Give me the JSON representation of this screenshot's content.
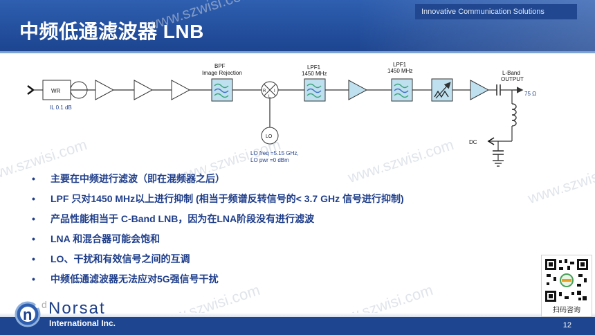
{
  "header": {
    "tagline": "Innovative Communication Solutions",
    "title": "中频低通滤波器 LNB"
  },
  "watermark": {
    "text": "www.szwisi.com"
  },
  "diagram": {
    "wr_label": "WR",
    "il_label": "IL 0.1 dB",
    "bpf_label_1": "BPF",
    "bpf_label_2": "Image Rejection",
    "mixer_r": "R",
    "mixer_i": "I",
    "mixer_l": "L",
    "lo_label": "LO",
    "lo_freq": "LO freq =5.15 GHz,",
    "lo_pwr": "LO pwr =0 dBm",
    "lpf1_a_label_1": "LPF1",
    "lpf1_a_label_2": "1450 MHz",
    "lpf1_b_label_1": "LPF1",
    "lpf1_b_label_2": "1450 MHz",
    "lband_1": "L-Band",
    "lband_2": "OUTPUT",
    "ohm": "75 Ω",
    "dc": "DC"
  },
  "bullets": [
    {
      "text": "主要在中频进行滤波（即在混频器之后）"
    },
    {
      "text": "LPF 只对1450 MHz以上进行抑制 (相当于频谱反转信号的< 3.7 GHz 信号进行抑制)"
    },
    {
      "text": "产品性能相当于 C-Band LNB，因为在LNA阶段没有进行滤波"
    },
    {
      "text": "LNA 和混合器可能会饱和"
    },
    {
      "text": "LO、干扰和有效信号之间的互调"
    },
    {
      "text": "中频低通滤波器无法应对5G强信号干扰"
    }
  ],
  "bullet_symbol": "•",
  "footer": {
    "brand": "Norsat",
    "brand_sub": "International Inc.",
    "logo_letter": "n",
    "page_number": "12",
    "corner": "d"
  },
  "qr": {
    "label": "扫码咨询"
  },
  "colors": {
    "header": "#24509e",
    "accent": "#1f3e8a",
    "filter_green": "#3aa37a",
    "filter_blue": "#3d6fc4",
    "block_fill": "#bfe0ef"
  }
}
